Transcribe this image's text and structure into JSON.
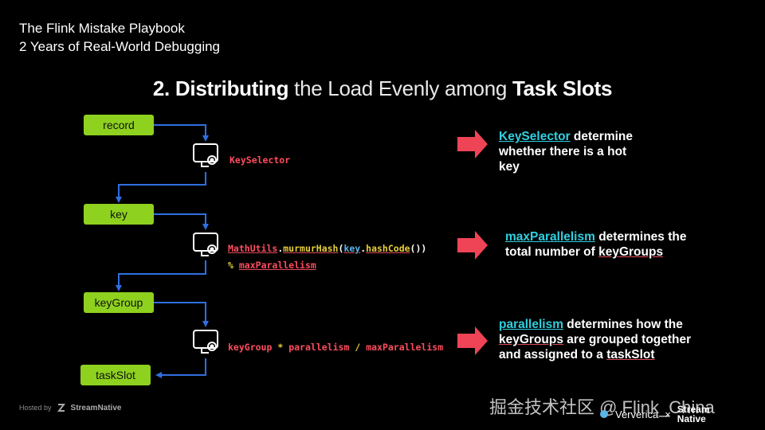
{
  "header": {
    "line1": "The Flink Mistake Playbook",
    "line2": "2 Years of Real-World Debugging"
  },
  "title": {
    "number": "2.",
    "bold1": "Distributing",
    "thin": "the Load Evenly among",
    "bold2": "Task Slots"
  },
  "nodes": {
    "record": "record",
    "key": "key",
    "keygroup": "keyGroup",
    "taskslot": "taskSlot"
  },
  "code": {
    "keyselector": "KeySelector",
    "hash_line1": {
      "cls": "MathUtils",
      "dot": ".",
      "fn": "murmurHash",
      "open": "(",
      "arg": "key",
      "dot2": ".",
      "method": "hashCode",
      "close": "())"
    },
    "hash_line2": {
      "op": "%",
      "var": "maxParallelism"
    },
    "slot_line": {
      "a": "keyGroup",
      "op1": "*",
      "b": "parallelism",
      "op2": "/",
      "c": "maxParallelism"
    }
  },
  "descriptions": {
    "d1": {
      "hl": "KeySelector",
      "rest1": " determine",
      "line2": "whether there is a hot",
      "line3": "key"
    },
    "d2": {
      "hl": "maxParallelism",
      "rest1": " determines the",
      "line2a": "total number of ",
      "line2b": "keyGroups"
    },
    "d3": {
      "hl": "parallelism",
      "rest1": " determines how the",
      "line2a": "keyGroups",
      "line2b": " are grouped together",
      "line3a": "and assigned to a ",
      "line3b": "taskSlot"
    }
  },
  "footer": {
    "hosted_by": "Hosted by",
    "brand": "StreamNative",
    "watermark": "掘金技术社区 @ Flink_China",
    "logo1": "Ververica",
    "times": "×",
    "logo2a": "Stream",
    "logo2b": "Native"
  },
  "colors": {
    "node_green": "#8ed11f",
    "arrow_red": "#ee4455",
    "line_blue": "#2f6fe0",
    "highlight_cyan": "#2fd0e0"
  }
}
